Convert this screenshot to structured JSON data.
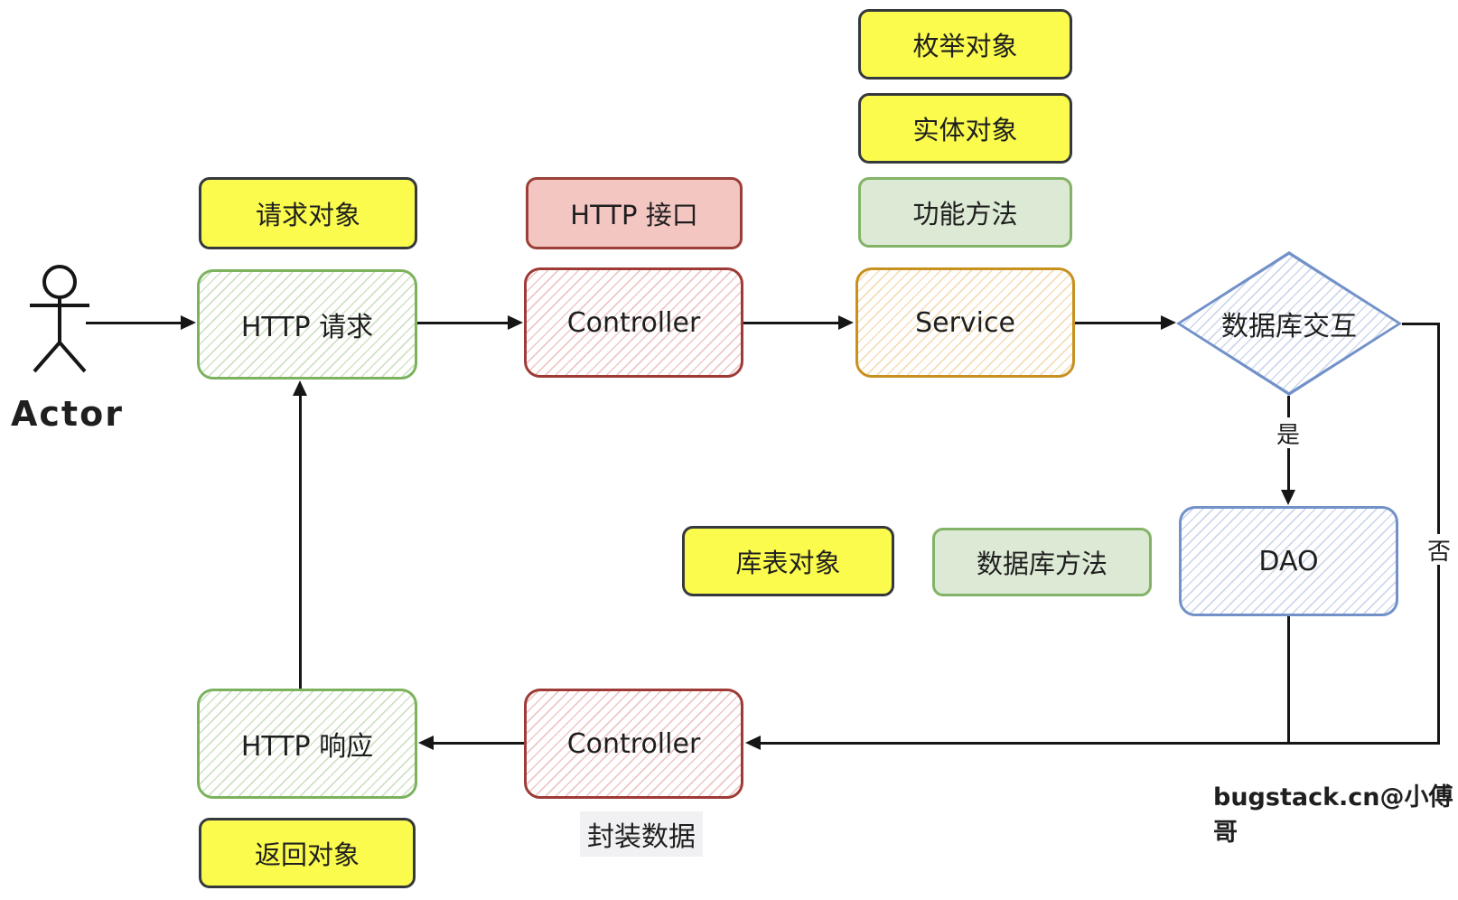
{
  "actor": {
    "label": "Actor"
  },
  "nodes": {
    "http_request": {
      "label": "HTTP 请求"
    },
    "controller_in": {
      "label": "Controller"
    },
    "service": {
      "label": "Service"
    },
    "db_decision": {
      "label": "数据库交互"
    },
    "dao": {
      "label": "DAO"
    },
    "controller_out": {
      "label": "Controller"
    },
    "http_response": {
      "label": "HTTP 响应"
    }
  },
  "side_labels": {
    "request_object": "请求对象",
    "http_interface": "HTTP 接口",
    "enum_object": "枚举对象",
    "entity_object": "实体对象",
    "function_method": "功能方法",
    "table_object": "库表对象",
    "db_method": "数据库方法",
    "return_object": "返回对象",
    "wrap_data": "封装数据"
  },
  "edges": {
    "yes": "是",
    "no": "否"
  },
  "watermark": "bugstack.cn@小傅哥",
  "colors": {
    "yellow_fill": "#fbfb4d",
    "yellow_border": "#35383c",
    "green_fill": "#dce9d5",
    "green_border": "#82b366",
    "pink_fill": "#f4c6c2",
    "red_border": "#9e3b37",
    "orange_border": "#c7901f",
    "blue_border": "#7291c9",
    "line": "#161616",
    "background": "#ffffff"
  }
}
